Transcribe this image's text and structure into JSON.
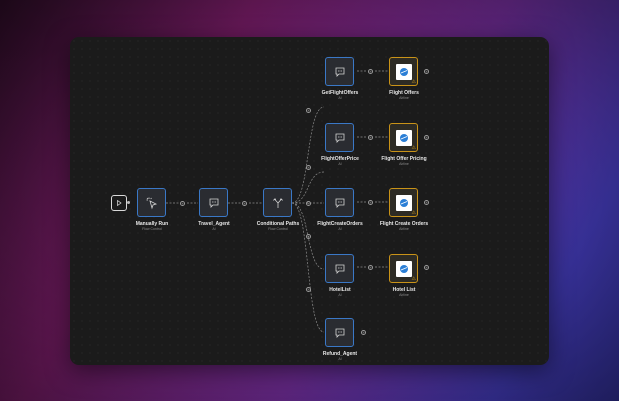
{
  "nodes": {
    "manually_run": {
      "label": "Manually Run",
      "type": "Flow Control"
    },
    "travel_agent": {
      "label": "Travel_Agent",
      "type": "AI"
    },
    "conditional_paths": {
      "label": "Conditional Paths",
      "type": "Flow Control"
    },
    "get_flight_offers": {
      "label": "GetFlightOffers",
      "type": "AI"
    },
    "flight_offer_price": {
      "label": "FlightOfferPrice",
      "type": "AI"
    },
    "flight_create_orders": {
      "label": "FlightCreateOrders",
      "type": "AI"
    },
    "hotel_list": {
      "label": "HotelList",
      "type": "AI"
    },
    "refund_agent": {
      "label": "Refund_Agent",
      "type": "AI"
    },
    "flight_offers_tool": {
      "label": "Flight Offers",
      "type": "Airline"
    },
    "flight_offer_pricing_tool": {
      "label": "Flight Offer Pricing",
      "type": "Airline"
    },
    "flight_create_orders_tool": {
      "label": "Flight Create Orders",
      "type": "Airline"
    },
    "hotel_list_tool": {
      "label": "Hotel List",
      "type": "Airline"
    }
  },
  "colors": {
    "agent_border": "#3a78c7",
    "tool_border": "#c99318",
    "canvas_bg": "#1b1b1b"
  },
  "icons": {
    "trigger": "play-icon",
    "manual": "cursor-click-icon",
    "agent": "chat-bubble-icon",
    "conditional": "split-arrows-icon",
    "tool": "airline-logo-icon"
  }
}
